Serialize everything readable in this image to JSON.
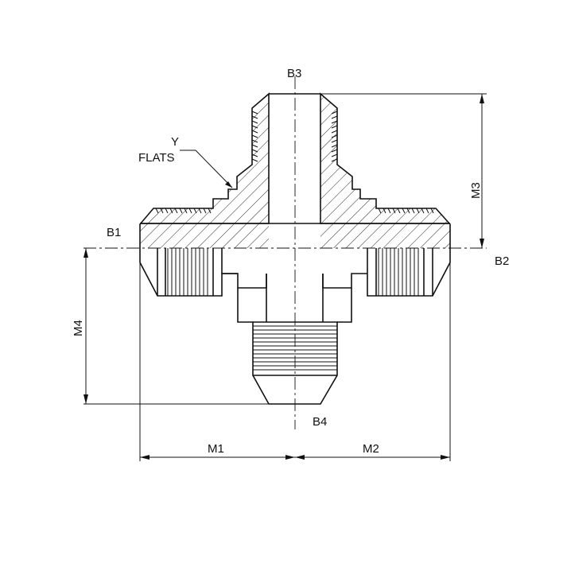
{
  "ports": {
    "b1": "B1",
    "b2": "B2",
    "b3": "B3",
    "b4": "B4"
  },
  "dimensions": {
    "m1": "M1",
    "m2": "M2",
    "m3": "M3",
    "m4": "M4"
  },
  "callout": {
    "line1": "Y",
    "line2": "FLATS"
  }
}
